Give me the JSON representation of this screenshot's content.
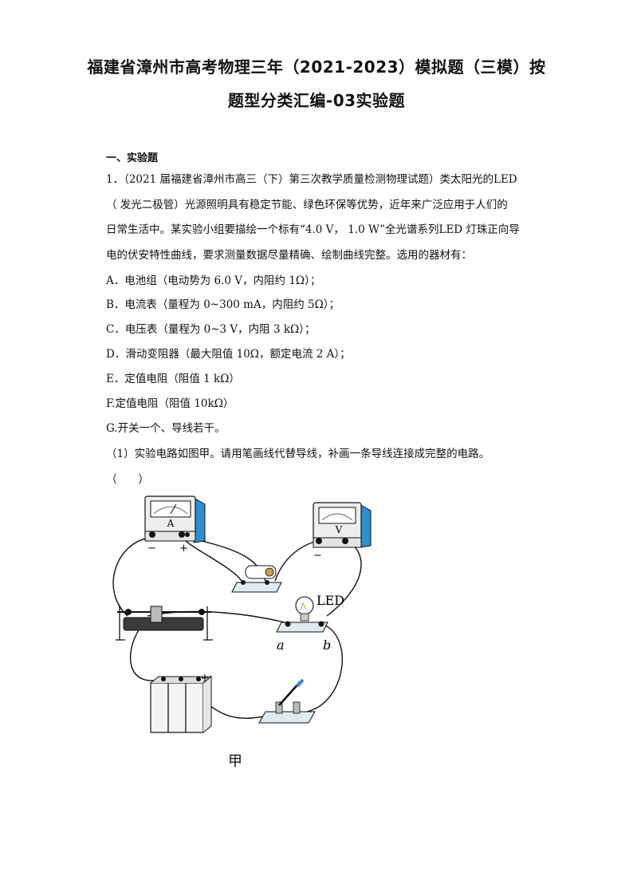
{
  "title": {
    "line1": "福建省漳州市高考物理三年（2021-2023）模拟题（三模）按",
    "line2": "题型分类汇编-03实验题"
  },
  "section_heading": "一、实验题",
  "question": {
    "lines": [
      "1．（2021 届福建省漳州市高三（下）第三次教学质量检测物理试题）类太阳光的LED",
      "（ 发光二极管）光源照明具有稳定节能、绿色环保等优势，近年来广泛应用于人们的",
      "日常生活中。某实验小组要描绘一个标有“4.0 V， 1.0 W”全光谱系列LED 灯珠正向导",
      "电的伏安特性曲线，要求测量数据尽量精确、绘制曲线完整。选用的器材有："
    ],
    "options": [
      "A．电池组（电动势为 6.0 V，内阻约 1Ω）；",
      "B．电流表（量程为 0~300 mA，内阻约 5Ω）；",
      "C．电压表（量程为 0~3 V，内阻 3 kΩ）；",
      "D．滑动变阻器（最大阻值 10Ω，额定电流 2 A）；",
      "E．定值电阻（阻值 1 kΩ）",
      "F.定值电阻（阻值 10kΩ）",
      "G.开关一个、导线若干。"
    ],
    "sub1": "（1）实验电路如图甲。请用笔画线代替导线，补画一条导线连接成完整的电路。",
    "answer_blank": "（　　）"
  },
  "figure": {
    "ammeter_letter": "A",
    "voltmeter_letter": "V",
    "minus_sign": "−",
    "plus_sign": "+",
    "led_label": "LED",
    "terminal_a": "a",
    "terminal_b": "b",
    "caption": "甲"
  }
}
